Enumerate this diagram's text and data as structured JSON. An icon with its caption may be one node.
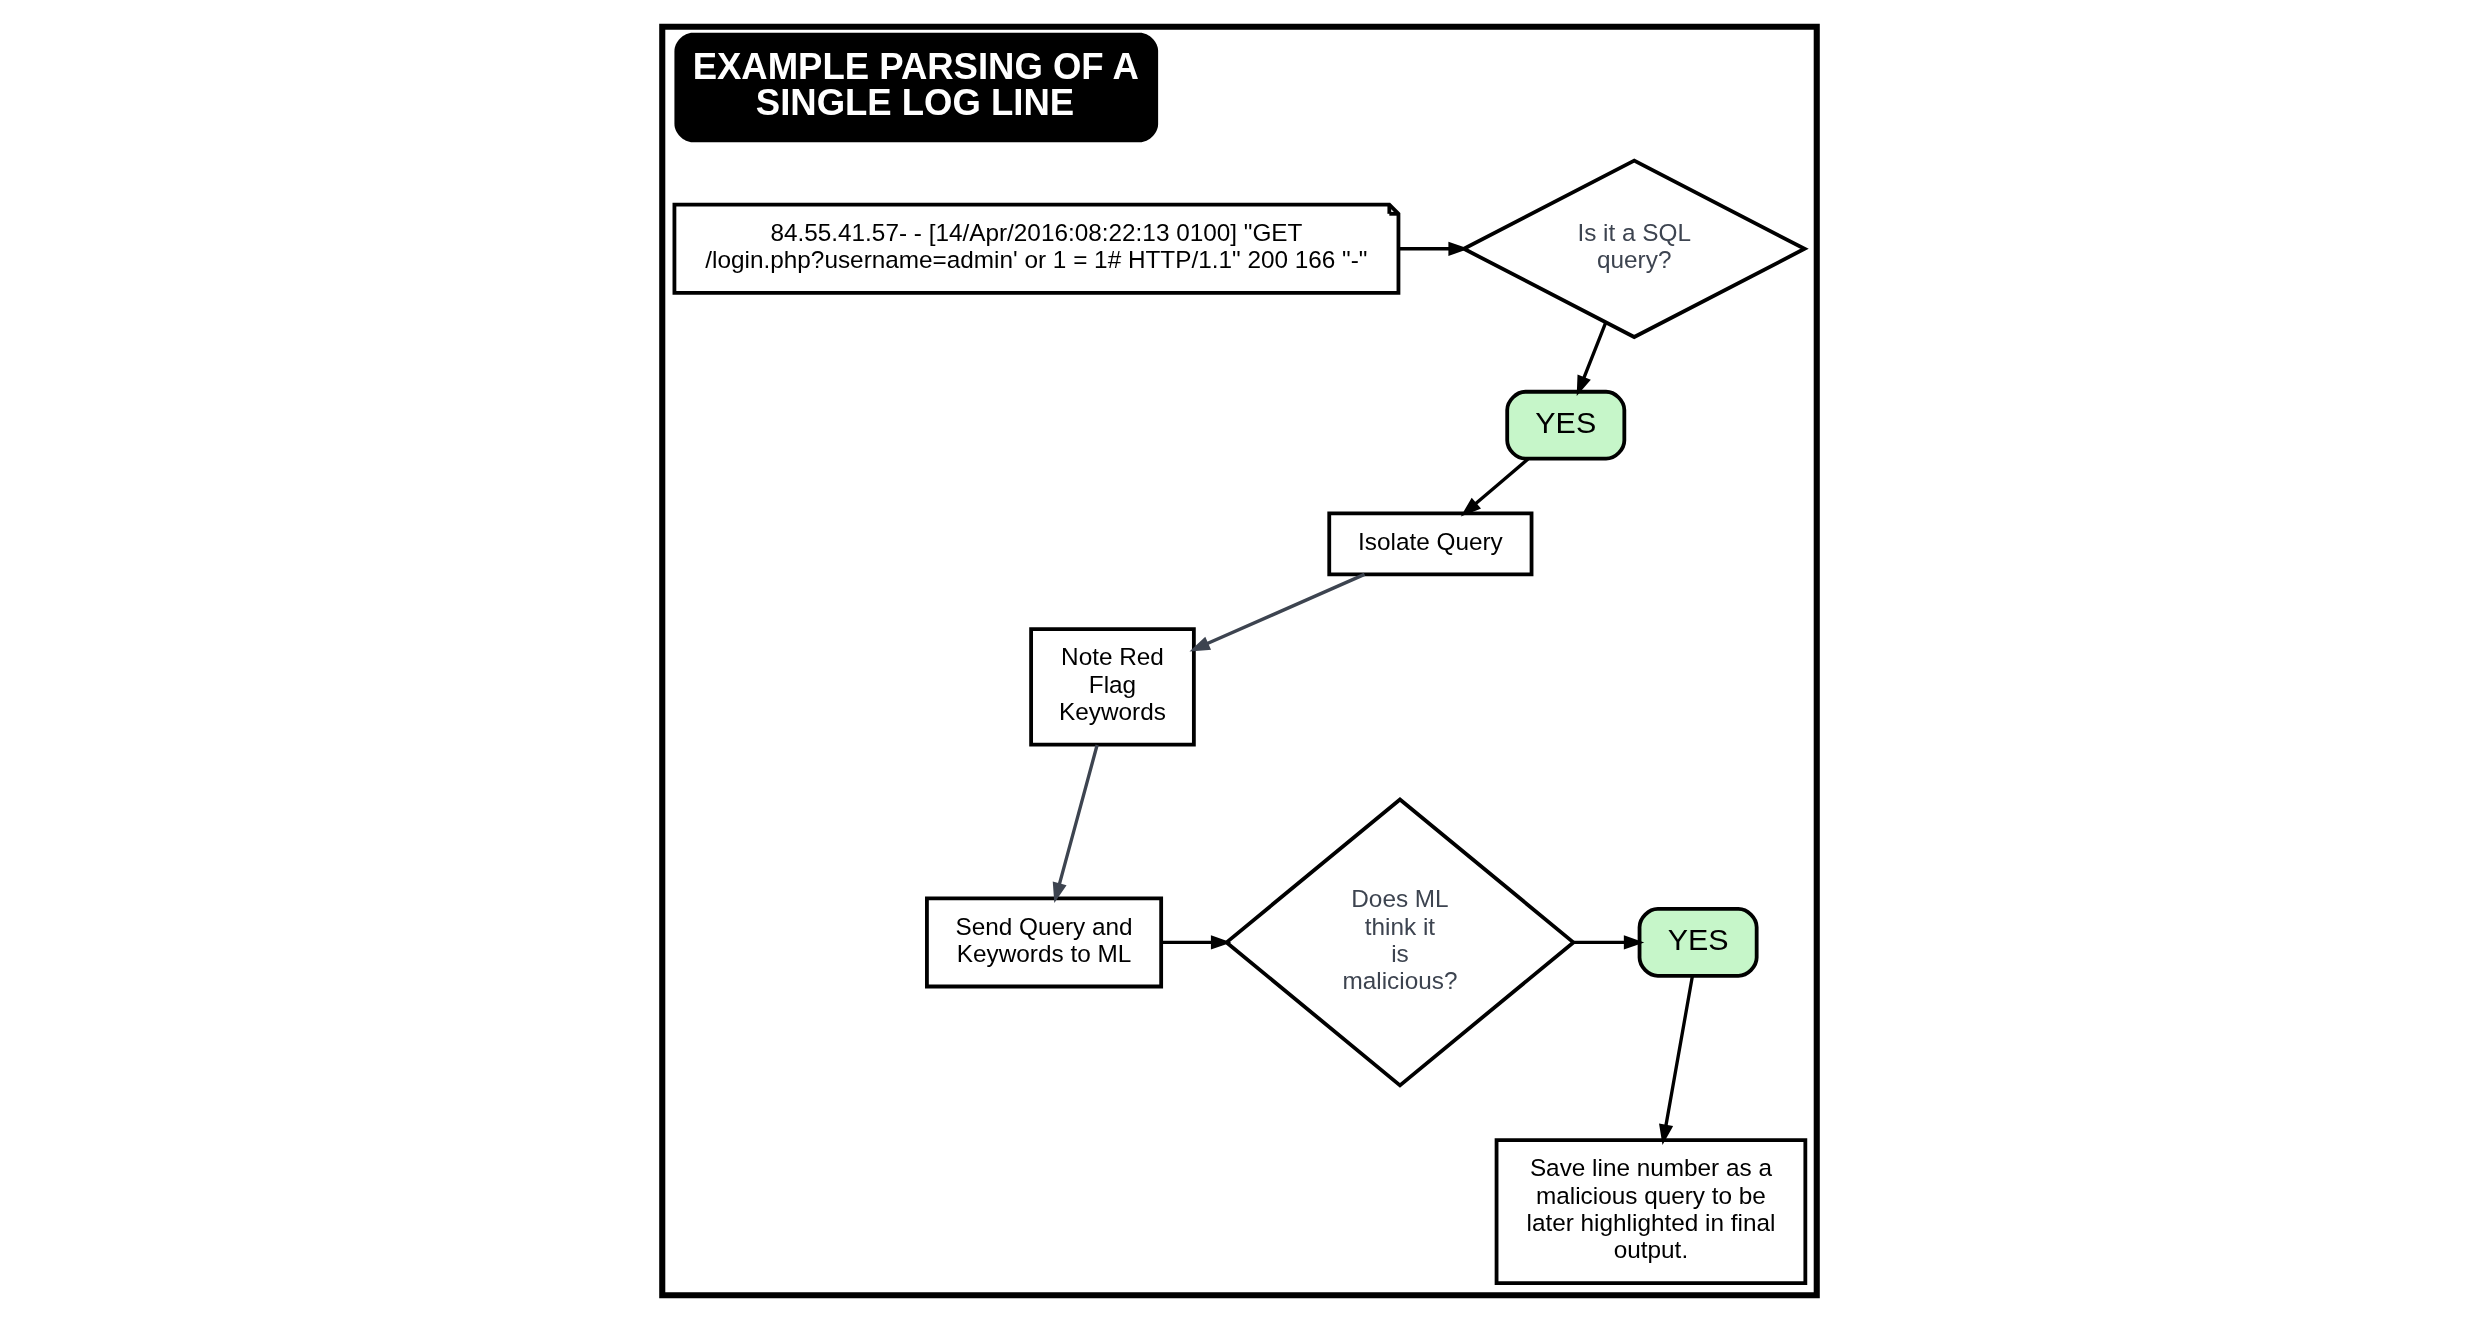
{
  "diagram": {
    "nodes": [
      {
        "text": [
          "EXAMPLE PARSING OF A SINGLE LOG LINE"
        ]
      },
      {
        "text": [
          "84.55.41.57- - [14/Apr/2016:08:22:13 0100] \"GET /login.php?username=admin' or 1 = 1# HTTP/1.1\" 200 166 \"-\""
        ],
        "in": 0
      },
      {
        "text": [
          "Is it a SQL query?"
        ],
        "in": 0
      },
      {
        "text": [
          "YES"
        ],
        "in": 0
      },
      {
        "text": [
          "Isolate Query"
        ],
        "in": 0
      },
      {
        "text": [
          "Note Red Flag Keywords"
        ],
        "in": 0
      },
      {
        "text": [
          "Send Query and Keywords to ML"
        ],
        "in": 0
      },
      {
        "text": [
          "Does ML think it is malicious?"
        ],
        "in": 0
      },
      {
        "text": [
          "YES"
        ],
        "in": 0
      },
      {
        "text": [
          "Save line number as a malicious query to be later highlighted in final output."
        ],
        "in": 0
      }
    ],
    "edges": [
      {
        "from": 1,
        "to": 2,
        "arrow": "to"
      },
      {
        "from": 2,
        "to": 3,
        "arrow": "to"
      },
      {
        "from": 3,
        "to": 4,
        "arrow": "to"
      },
      {
        "from": 4,
        "to": 5,
        "arrow": "to",
        "color": "#3d4450"
      },
      {
        "from": 5,
        "to": 6,
        "arrow": "to",
        "color": "#3d4450"
      },
      {
        "from": 6,
        "to": 7,
        "arrow": "to"
      },
      {
        "from": 7,
        "to": 8,
        "arrow": "to"
      },
      {
        "from": 8,
        "to": 9,
        "arrow": "to"
      }
    ]
  }
}
